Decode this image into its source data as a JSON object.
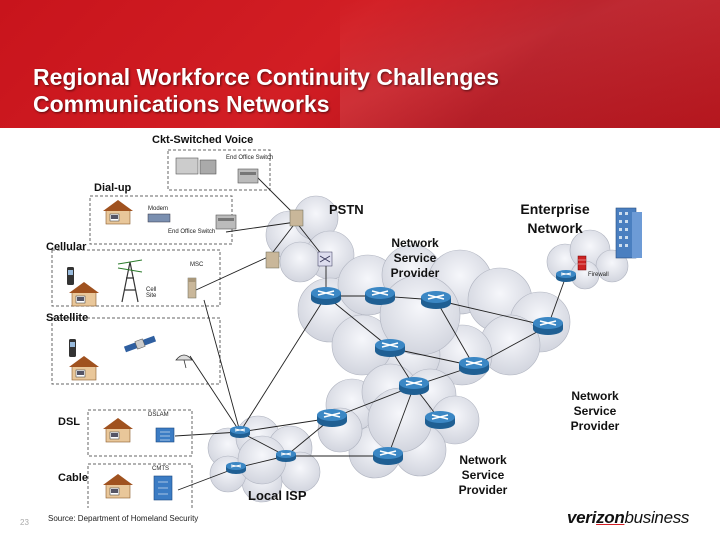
{
  "slide": {
    "title_line1": "Regional Workforce Continuity Challenges",
    "title_line2": "Communications Networks",
    "source": "Source: Department of Homeland Security",
    "page_number": "23",
    "logo": {
      "part1": "veri",
      "part2": "zon",
      "part3": "business",
      "brand_color": "#d21e24"
    }
  },
  "diagram": {
    "sections": {
      "ckt_switched_voice": "Ckt-Switched Voice",
      "dialup": "Dial-up",
      "cellular": "Cellular",
      "satellite": "Satellite",
      "dsl": "DSL",
      "cable": "Cable"
    },
    "small_labels": {
      "end_office_switch_1": "End Office Switch",
      "modem": "Modem",
      "end_office_switch_2": "End Office Switch",
      "msc": "MSC",
      "cell_site": "Cell Site",
      "dslam": "DSLAM",
      "cmts": "CMTS",
      "firewall": "Firewall"
    },
    "clouds": {
      "pstn": "PSTN",
      "enterprise_line1": "Enterprise",
      "enterprise_line2": "Network",
      "nsp1_line1": "Network",
      "nsp1_line2": "Service",
      "nsp1_line3": "Provider",
      "nsp2_line1": "Network",
      "nsp2_line2": "Service",
      "nsp2_line3": "Provider",
      "nsp3_line1": "Network",
      "nsp3_line2": "Service",
      "nsp3_line3": "Provider",
      "local_isp": "Local ISP"
    },
    "colors": {
      "cloud_fill": "#e4e6ee",
      "router": "#3b87c4",
      "link": "#222222",
      "dashed": "#666666"
    }
  }
}
